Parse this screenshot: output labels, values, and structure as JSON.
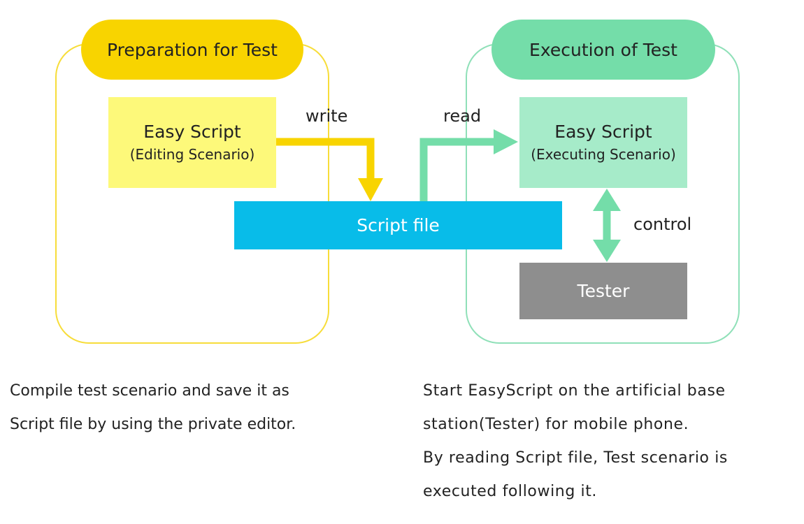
{
  "preparation": {
    "title": "Preparation for Test",
    "editor_box": {
      "title": "Easy Script",
      "subtitle": "(Editing Scenario)"
    },
    "description": [
      "Compile test scenario and save it as",
      "Script file by using the private editor."
    ]
  },
  "execution": {
    "title": "Execution of Test",
    "executor_box": {
      "title": "Easy Script",
      "subtitle": "(Executing Scenario)"
    },
    "tester": "Tester",
    "description": [
      "Start EasyScript on the artificial base",
      "station(Tester) for mobile phone.",
      "By reading Script file, Test scenario is",
      "executed following it."
    ]
  },
  "script_file": "Script file",
  "edges": {
    "write": "write",
    "read": "read",
    "control": "control"
  },
  "colors": {
    "preparation": "#f8d400",
    "editor_box": "#fdf97a",
    "execution": "#74dda9",
    "executor_box": "#a6ebc9",
    "script_file": "#08bce9",
    "tester": "#8e8e8e"
  }
}
